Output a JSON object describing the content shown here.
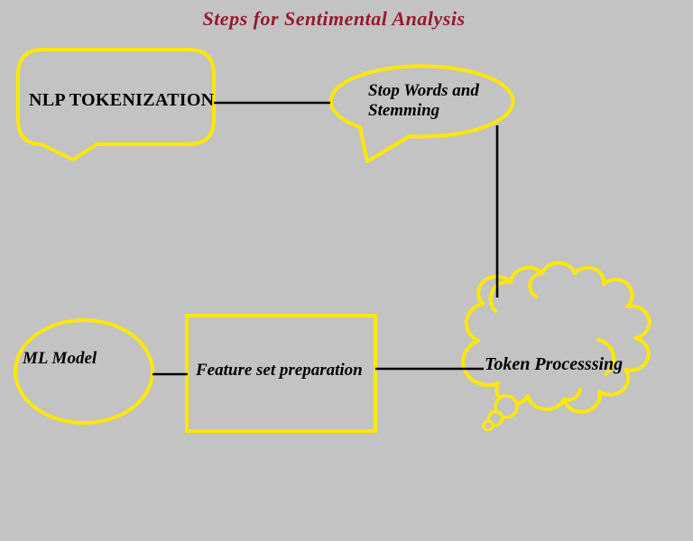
{
  "title": {
    "text": "Steps for Sentimental Analysis"
  },
  "colors": {
    "background": "#C3C3C3",
    "shape_outline": "#FFE800",
    "connector": "#000000",
    "title_text": "#96192D",
    "label_text": "#000000"
  },
  "nodes": {
    "nlp_tokenization": {
      "label": "NLP TOKENIZATION",
      "shape": "rounded-rectangle-callout"
    },
    "stop_words": {
      "label": "Stop Words and Stemming",
      "label_line1": "Stop Words and",
      "label_line2": "Stemming",
      "shape": "oval-callout"
    },
    "token_processing": {
      "label": "Token Processsing",
      "shape": "cloud-callout"
    },
    "feature_set": {
      "label": "Feature set preparation",
      "shape": "rectangle"
    },
    "ml_model": {
      "label": "ML Model",
      "shape": "oval"
    }
  },
  "connectors": [
    {
      "from": "nlp_tokenization",
      "to": "stop_words",
      "style": "straight"
    },
    {
      "from": "stop_words",
      "to": "token_processing",
      "style": "straight"
    },
    {
      "from": "ml_model",
      "to": "feature_set",
      "style": "straight"
    },
    {
      "from": "feature_set",
      "to": "token_processing",
      "style": "straight"
    }
  ]
}
